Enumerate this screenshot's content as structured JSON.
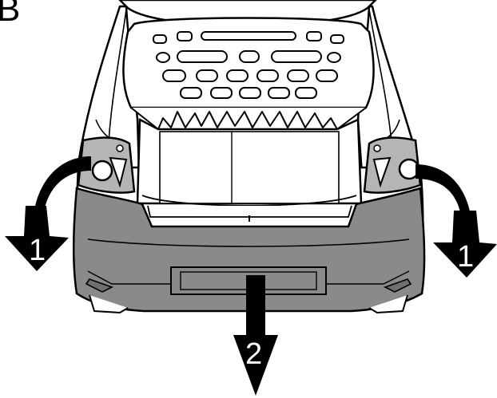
{
  "figure": {
    "corner_letter": "B",
    "callouts": [
      {
        "id": "left-light-arrow",
        "text": "1"
      },
      {
        "id": "right-light-arrow",
        "text": "1"
      },
      {
        "id": "bumper-arrow",
        "text": "2"
      }
    ]
  },
  "colors": {
    "line": "#000000",
    "bumper": "#8a8a8a",
    "bumper_dark": "#6f6f6f",
    "lights": "#b5b5b5",
    "glass": "#ffffff"
  }
}
